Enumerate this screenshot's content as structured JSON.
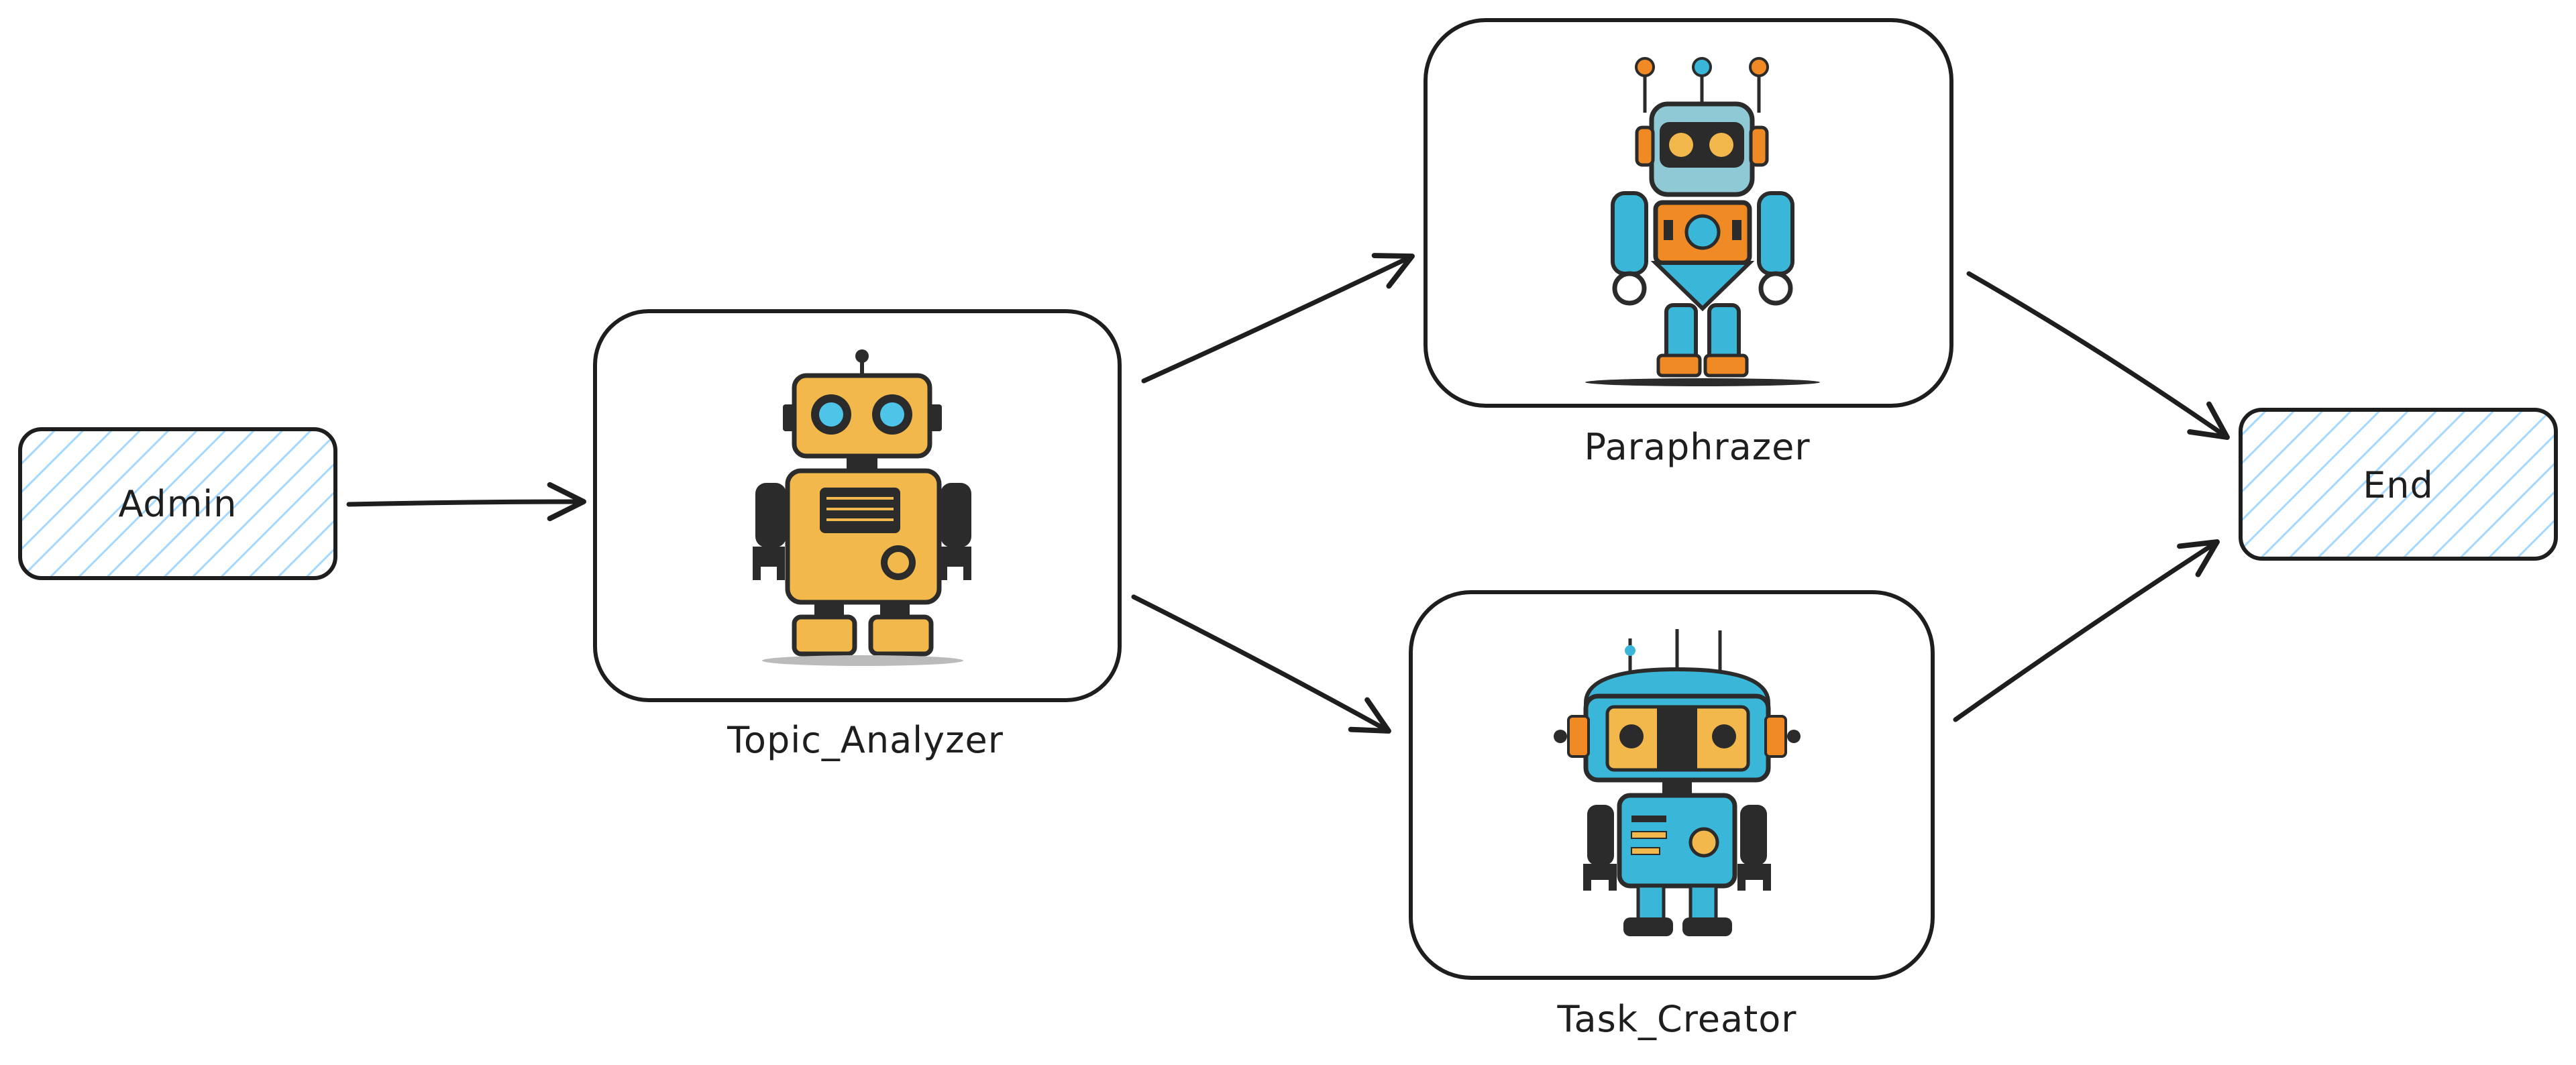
{
  "diagram": {
    "nodes": {
      "admin": {
        "label": "Admin"
      },
      "topic_analyzer": {
        "label": "Topic_Analyzer"
      },
      "paraphrazer": {
        "label": "Paraphrazer"
      },
      "task_creator": {
        "label": "Task_Creator"
      },
      "end": {
        "label": "End"
      }
    },
    "edges": [
      {
        "from": "Admin",
        "to": "Topic_Analyzer"
      },
      {
        "from": "Topic_Analyzer",
        "to": "Paraphrazer"
      },
      {
        "from": "Topic_Analyzer",
        "to": "Task_Creator"
      },
      {
        "from": "Paraphrazer",
        "to": "End"
      },
      {
        "from": "Task_Creator",
        "to": "End"
      }
    ],
    "colors": {
      "stroke": "#1e1e1e",
      "hatch": "#a5d8ff",
      "yellow_robot": "#f2b84b",
      "orange": "#f08a24",
      "blue": "#3ab7d8",
      "dark": "#2b2b2b"
    }
  }
}
